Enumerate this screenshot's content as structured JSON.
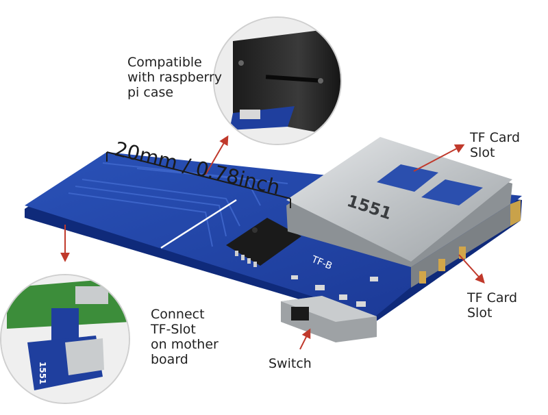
{
  "callouts": {
    "compatible": [
      "Compatible",
      "with raspberry",
      "pi case"
    ],
    "tf_card_top": [
      "TF Card",
      "Slot"
    ],
    "tf_card_bottom": [
      "TF Card",
      "Slot"
    ],
    "connect": [
      "Connect",
      "TF-Slot",
      "on mother",
      "board"
    ],
    "switch": "Switch"
  },
  "dimension": "20mm / 0.78inch",
  "card_slot_marking": "1551",
  "pcb_marking": "TF-B",
  "mini_card_marking": "1551",
  "colors": {
    "pcb_blue": "#1f3f9e",
    "pcb_edge": "#0f2a7a",
    "metal": "#cfd2d4",
    "callout_arrow": "#c0392b",
    "raspberry_green": "#3c8d3a"
  }
}
